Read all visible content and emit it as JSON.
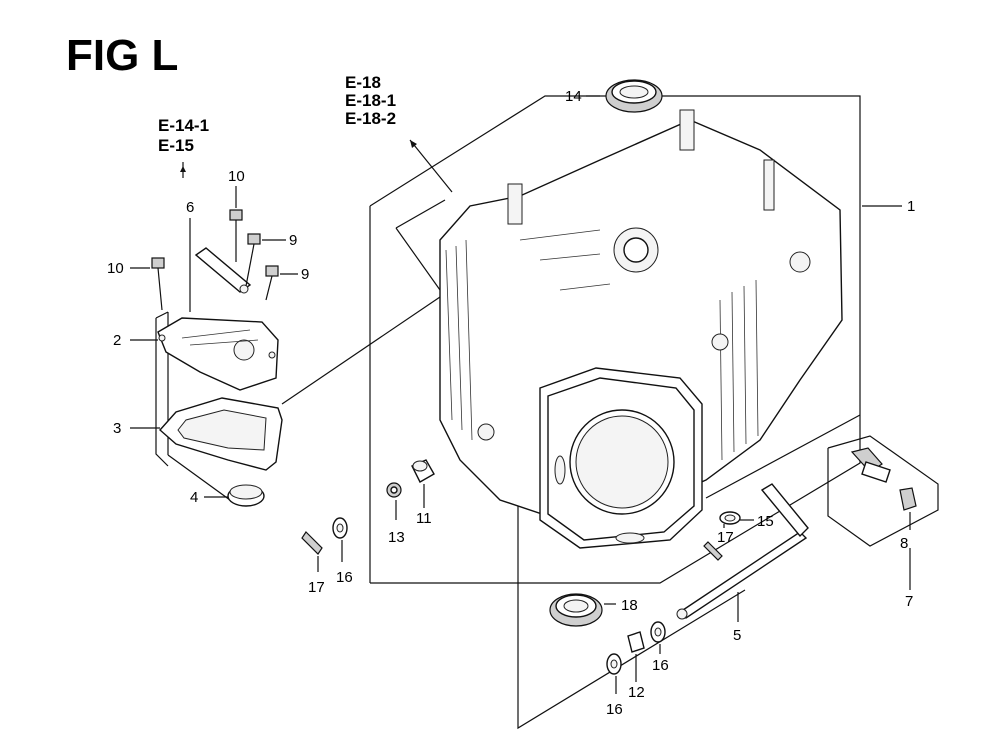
{
  "figure": {
    "title": "FIG L"
  },
  "references": {
    "left_group": [
      "E-14-1",
      "E-15"
    ],
    "center_group": [
      "E-18",
      "E-18-1",
      "E-18-2"
    ]
  },
  "callouts": {
    "c1": "1",
    "c2": "2",
    "c3": "3",
    "c4": "4",
    "c5": "5",
    "c6": "6",
    "c7": "7",
    "c8": "8",
    "c9a": "9",
    "c9b": "9",
    "c10a": "10",
    "c10b": "10",
    "c11": "11",
    "c12": "12",
    "c13": "13",
    "c14": "14",
    "c15": "15",
    "c16a": "16",
    "c16b": "16",
    "c16c": "16",
    "c17a": "17",
    "c17b": "17",
    "c18": "18"
  }
}
